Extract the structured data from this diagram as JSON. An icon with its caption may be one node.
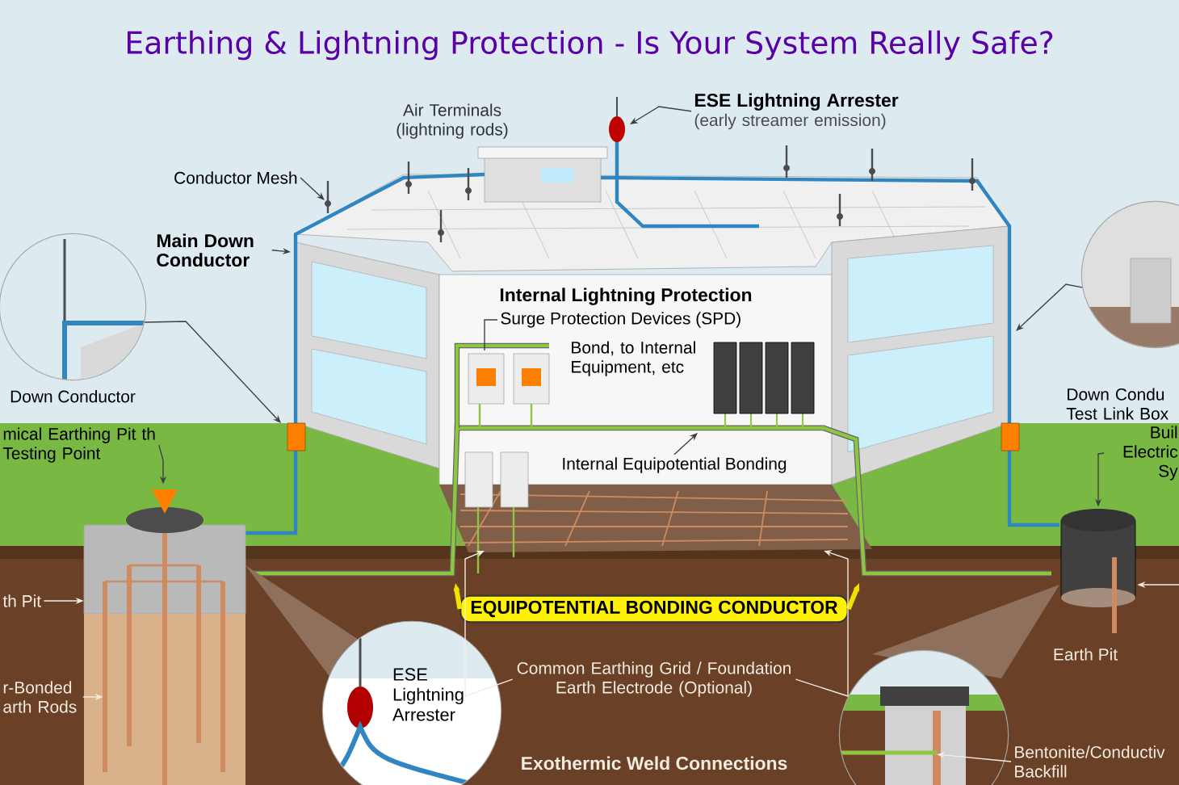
{
  "diagram": {
    "title": "Earthing & Lightning Protection - Is Your System Really Safe?",
    "nodes": [
      {
        "text": [
          "ESE Lightning Arrester",
          "(early streamer emission)"
        ]
      },
      {
        "text": [
          "Conductor Mesh"
        ]
      },
      {
        "text": [
          "Main Down Conductor"
        ]
      },
      {
        "text": [
          "Surge Protection Devices (SPD)"
        ]
      },
      {
        "text": [
          "Internal Equipotential Bonding"
        ]
      },
      {
        "text": [
          "Down Conductor"
        ]
      },
      {
        "text": [
          "Down Condu Test Link Box"
        ]
      },
      {
        "text": [
          "mical Earthing Pit th Testing Point"
        ]
      },
      {
        "text": [
          "th Pit"
        ]
      },
      {
        "text": [
          "r-Bonded arth Rods"
        ]
      },
      {
        "text": [
          "EQUIPOTENTIAL BONDING CONDUCTOR"
        ]
      },
      {
        "text": [
          "Common Earthing Grid / Foundation Earth Electrode (Optional)"
        ]
      },
      {
        "text": [
          "ESE Lightning Arrester"
        ]
      },
      {
        "text": [],
        "shape": "circle"
      },
      {
        "text": [
          "Bentonite/Conductiv Backfill"
        ]
      },
      {
        "text": [
          "Buil Electric Sy"
        ]
      },
      {
        "text": [],
        "shape": "picture"
      },
      {
        "text": [],
        "shape": "cylinder"
      }
    ],
    "edges": [
      {
        "from": 0,
        "to": null,
        "arrow": "to"
      },
      {
        "from": 1,
        "to": null,
        "arrow": "to"
      },
      {
        "from": 2,
        "to": null,
        "arrow": "to"
      },
      {
        "from": 3,
        "to": null,
        "arrow": "none"
      },
      {
        "from": 4,
        "to": null,
        "arrow": "to"
      },
      {
        "from": 5,
        "to": null,
        "arrow": "to"
      },
      {
        "from": 6,
        "to": null,
        "arrow": "to"
      },
      {
        "from": 7,
        "to": 16,
        "arrow": "to"
      },
      {
        "from": 8,
        "to": 16,
        "arrow": "to",
        "color": "#f3ece2"
      },
      {
        "from": 9,
        "to": 16,
        "arrow": "to",
        "color": "#f3ece2"
      },
      {
        "from": 10,
        "to": null,
        "arrow": "to",
        "style": "thick",
        "color": "#f2e200"
      },
      {
        "from": 10,
        "to": null,
        "arrow": "to",
        "style": "thick",
        "color": "#f2e200"
      },
      {
        "from": 11,
        "to": null,
        "arrow": "to",
        "color": "#f3ece2"
      },
      {
        "from": 11,
        "to": null,
        "arrow": "to",
        "color": "#f3ece2"
      },
      {
        "from": 14,
        "to": 13,
        "arrow": "to",
        "color": "#f3ece2"
      },
      {
        "from": 15,
        "to": 17,
        "arrow": "to"
      },
      {
        "from": null,
        "to": 17,
        "arrow": "to",
        "color": "#f3ece2"
      }
    ],
    "labels": [
      "Air Terminals (lightning rods)",
      "Internal Lightning Protection",
      "Bond, to Internal Equipment, etc",
      "Earth Pit",
      "Exothermic Weld Connections"
    ]
  }
}
